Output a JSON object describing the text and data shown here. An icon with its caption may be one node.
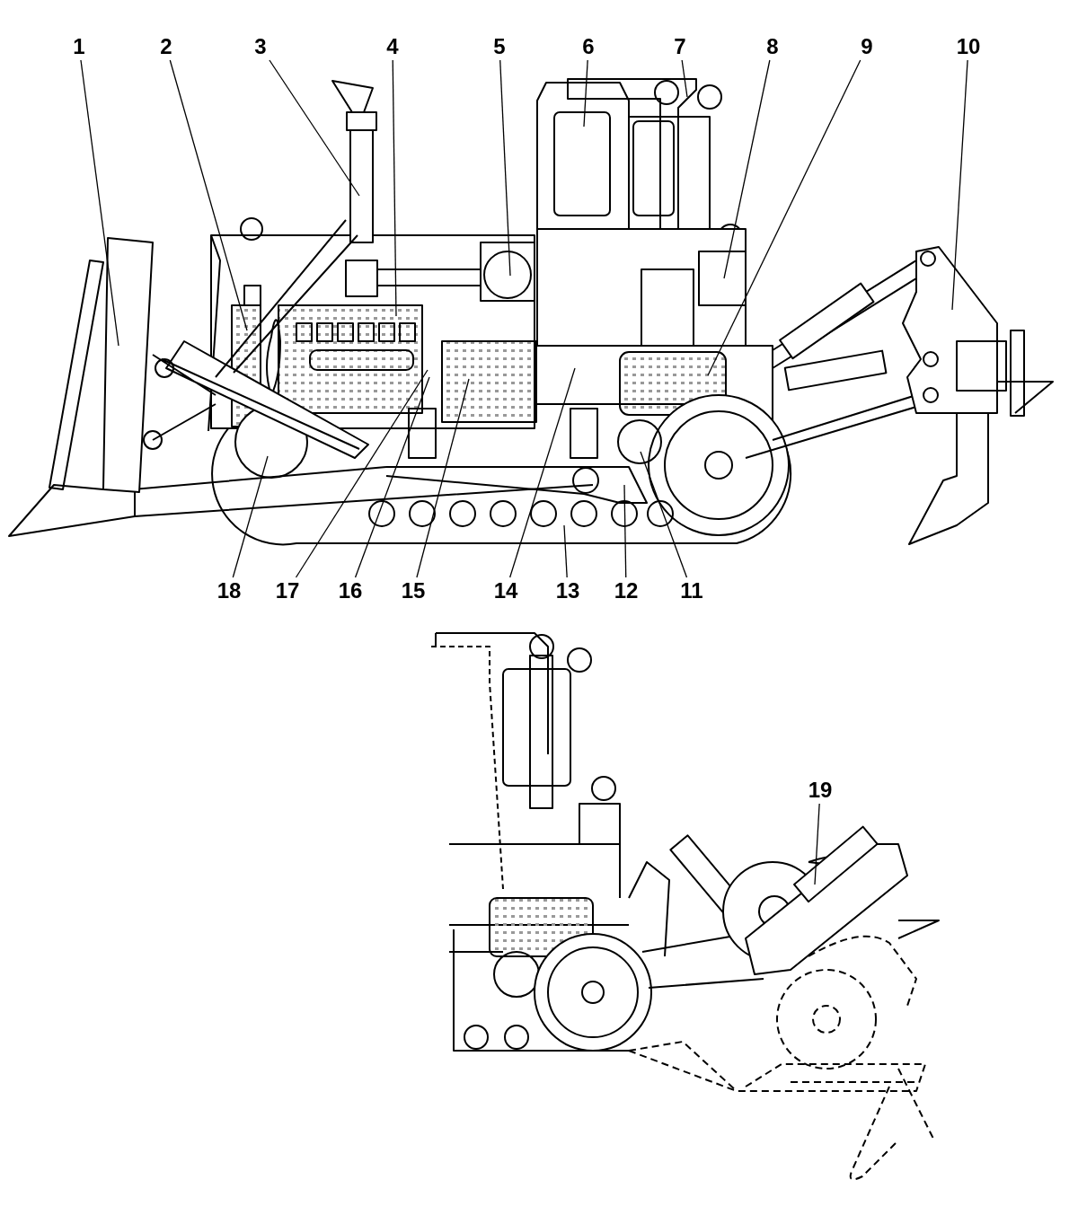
{
  "diagram": {
    "nodes": [
      {
        "text": [
          "1"
        ]
      },
      {
        "text": [
          "2"
        ]
      },
      {
        "text": [
          "3"
        ]
      },
      {
        "text": [
          "4"
        ]
      },
      {
        "text": [
          "5"
        ]
      },
      {
        "text": [
          "6"
        ]
      },
      {
        "text": [
          "7"
        ]
      },
      {
        "text": [
          "8"
        ]
      },
      {
        "text": [
          "9"
        ]
      },
      {
        "text": [
          "10"
        ]
      },
      {
        "text": [
          "11"
        ]
      },
      {
        "text": [
          "12"
        ]
      },
      {
        "text": [
          "13"
        ]
      },
      {
        "text": [
          "14"
        ]
      },
      {
        "text": [
          "15"
        ]
      },
      {
        "text": [
          "16"
        ]
      },
      {
        "text": [
          "17"
        ]
      },
      {
        "text": [
          "18"
        ]
      },
      {
        "text": [
          "19"
        ]
      }
    ],
    "edges": [
      {
        "from": 0,
        "to": null,
        "arrow": "none"
      },
      {
        "from": 1,
        "to": null,
        "arrow": "none"
      },
      {
        "from": 2,
        "to": null,
        "arrow": "none"
      },
      {
        "from": 3,
        "to": null,
        "arrow": "none"
      },
      {
        "from": 4,
        "to": null,
        "arrow": "none"
      },
      {
        "from": 5,
        "to": null,
        "arrow": "none"
      },
      {
        "from": 6,
        "to": null,
        "arrow": "none"
      },
      {
        "from": 7,
        "to": null,
        "arrow": "none"
      },
      {
        "from": 8,
        "to": null,
        "arrow": "none"
      },
      {
        "from": 9,
        "to": null,
        "arrow": "none"
      },
      {
        "from": 10,
        "to": null,
        "arrow": "none"
      },
      {
        "from": 11,
        "to": null,
        "arrow": "none"
      },
      {
        "from": 12,
        "to": null,
        "arrow": "none"
      },
      {
        "from": 13,
        "to": null,
        "arrow": "none"
      },
      {
        "from": 14,
        "to": null,
        "arrow": "none"
      },
      {
        "from": 15,
        "to": null,
        "arrow": "none"
      },
      {
        "from": 16,
        "to": null,
        "arrow": "none"
      },
      {
        "from": 17,
        "to": null,
        "arrow": "none"
      },
      {
        "from": 18,
        "to": null,
        "arrow": "none"
      }
    ]
  }
}
